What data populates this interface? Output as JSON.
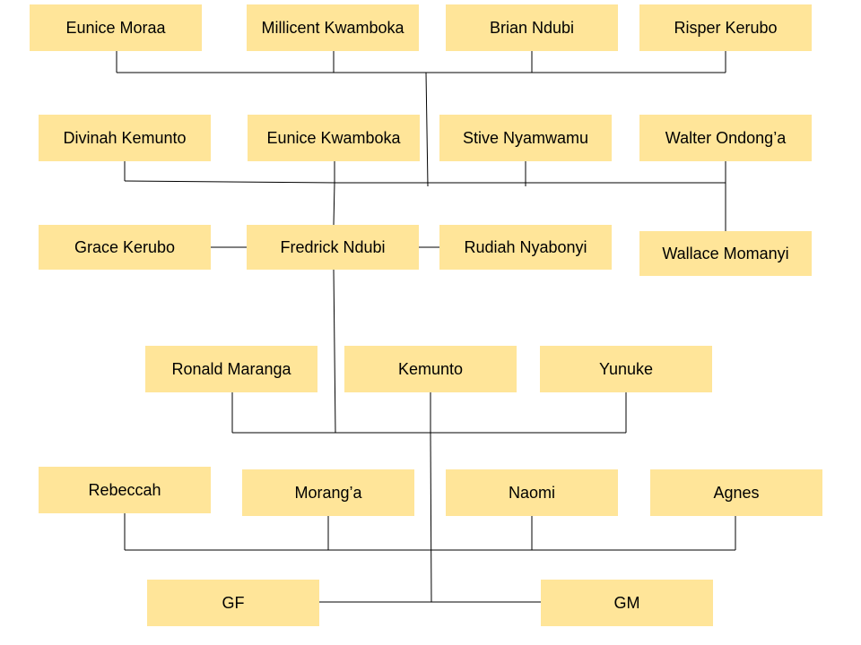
{
  "colors": {
    "node_fill": "#ffe599",
    "line": "#000000",
    "background": "#ffffff"
  },
  "nodes": {
    "eunice_moraa": "Eunice Moraa",
    "millicent_kwamboka": "Millicent Kwamboka",
    "brian_ndubi": "Brian Ndubi",
    "risper_kerubo": "Risper Kerubo",
    "divinah_kemunto": "Divinah Kemunto",
    "eunice_kwamboka": "Eunice Kwamboka",
    "stive_nyamwamu": "Stive Nyamwamu",
    "walter_ondonga": "Walter Ondong’a",
    "grace_kerubo": "Grace Kerubo",
    "fredrick_ndubi": "Fredrick Ndubi",
    "rudiah_nyabonyi": "Rudiah Nyabonyi",
    "wallace_momanyi": "Wallace Momanyi",
    "ronald_maranga": "Ronald Maranga",
    "kemunto": "Kemunto",
    "yunuke": "Yunuke",
    "rebeccah": "Rebeccah",
    "moranga": "Morang’a",
    "naomi": "Naomi",
    "agnes": "Agnes",
    "gf": "GF",
    "gm": "GM"
  }
}
